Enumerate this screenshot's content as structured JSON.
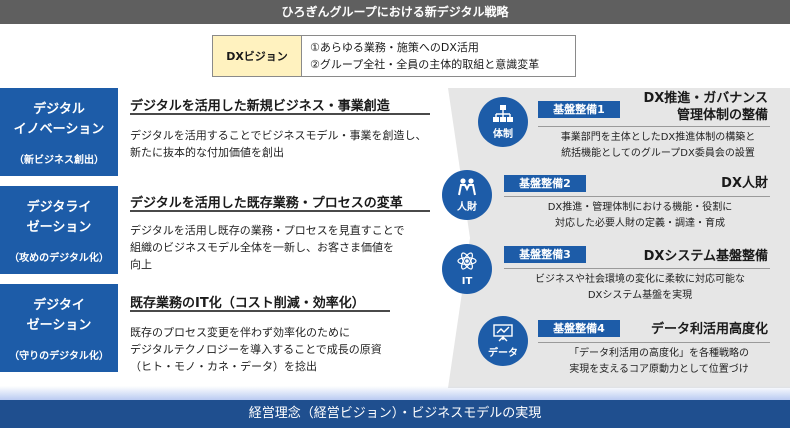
{
  "header": {
    "title": "ひろぎんグループにおける新デジタル戦略"
  },
  "vision": {
    "label": "DXビジョン",
    "items": [
      "①あらゆる業務・施策へのDX活用",
      "②グループ全社・全員の主体的取組と意識変革"
    ]
  },
  "strategies": [
    {
      "title_lines": [
        "デジタル",
        "イノベーション"
      ],
      "subtitle": "（新ビジネス創出）",
      "heading": "デジタルを活用した新規ビジネス・事業創造",
      "desc_lines": [
        "デジタルを活用することでビジネスモデル・事業を創造し、",
        "新たに抜本的な付加価値を創出"
      ]
    },
    {
      "title_lines": [
        "デジタライ",
        "ゼーション"
      ],
      "subtitle": "（攻めのデジタル化）",
      "heading": "デジタルを活用した既存業務・プロセスの変革",
      "desc_lines": [
        "デジタルを活用し既存の業務・プロセスを見直すことで",
        "組織のビジネスモデル全体を一新し、お客さま価値を",
        "向上"
      ]
    },
    {
      "title_lines": [
        "デジタイ",
        "ゼーション"
      ],
      "subtitle": "（守りのデジタル化）",
      "heading": "既存業務のIT化（コスト削減・効率化）",
      "desc_lines": [
        "既存のプロセス変更を伴わず効率化のために",
        "デジタルテクノロジーを導入することで成長の原資",
        "（ヒト・モノ・カネ・データ）を捻出"
      ]
    }
  ],
  "pillars": [
    {
      "icon": "org-chart-icon",
      "circle_label": "体制",
      "badge": "基盤整備1",
      "title_lines": [
        "DX推進・ガバナンス",
        "管理体制の整備"
      ],
      "desc_lines": [
        "事業部門を主体としたDX推進体制の構築と",
        "統括機能としてのグループDX委員会の設置"
      ]
    },
    {
      "icon": "people-icon",
      "circle_label": "人財",
      "badge": "基盤整備2",
      "title_lines": [
        "DX人財"
      ],
      "desc_lines": [
        "DX推進・管理体制における機能・役割に",
        "対応した必要人財の定義・調達・育成"
      ]
    },
    {
      "icon": "atom-icon",
      "circle_label": "IT",
      "badge": "基盤整備3",
      "title_lines": [
        "DXシステム基盤整備"
      ],
      "desc_lines": [
        "ビジネスや社会環境の変化に柔軟に対応可能な",
        "DXシステム基盤を実現"
      ]
    },
    {
      "icon": "presentation-icon",
      "circle_label": "データ",
      "badge": "基盤整備4",
      "title_lines": [
        "データ利活用高度化"
      ],
      "desc_lines": [
        "「データ利活用の高度化」を各種戦略の",
        "実現を支えるコア原動力として位置づけ"
      ]
    }
  ],
  "footer": {
    "text": "経営理念（経営ビジョン）・ビジネスモデルの実現"
  },
  "colors": {
    "primary_blue": "#1d5ca8",
    "dark_blue": "#1f4f8f",
    "header_gray": "#5f5f5f",
    "vision_yellow": "#fff2bf",
    "panel_gray": "#e6e6e6"
  }
}
